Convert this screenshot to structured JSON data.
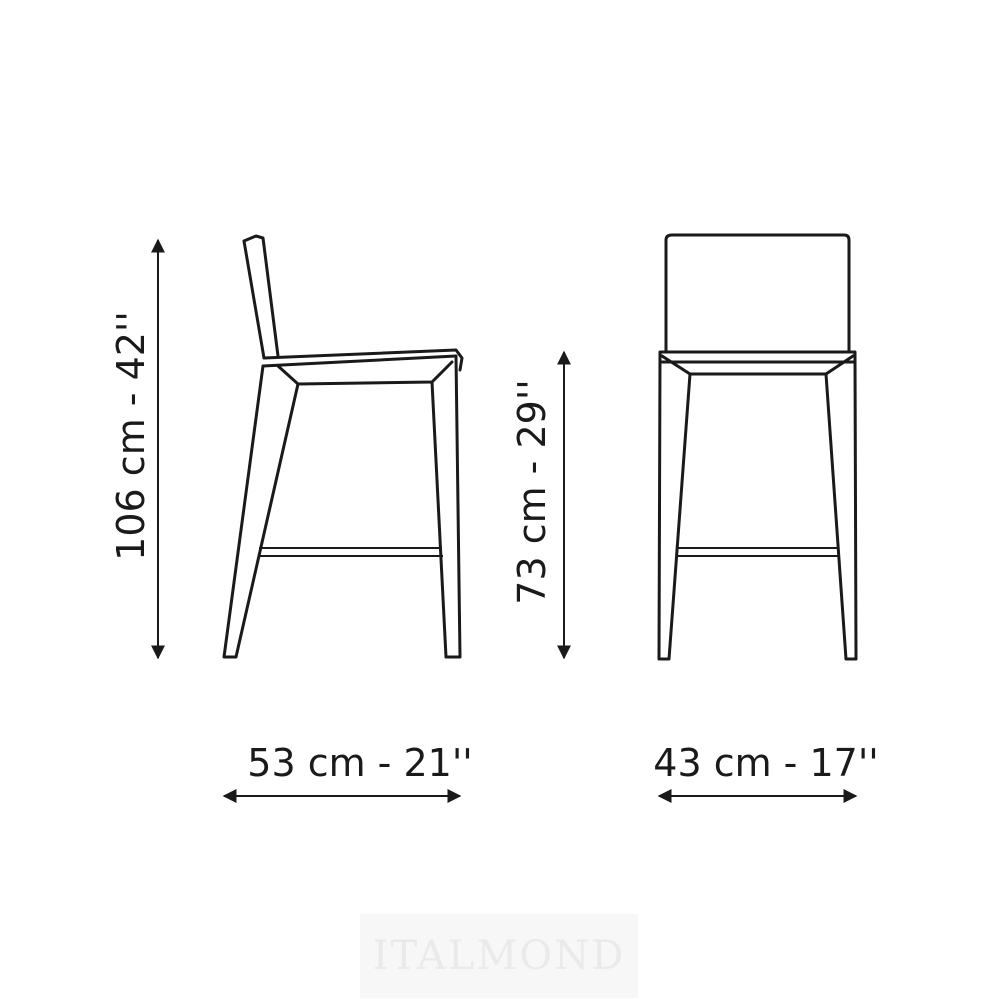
{
  "dimensions": {
    "side_height": "106 cm - 42''",
    "seat_height": "73 cm - 29''",
    "side_depth": "53 cm - 21''",
    "front_width": "43 cm - 17''"
  },
  "watermark": "ITALMOND",
  "colors": {
    "ink": "#1a1a1a",
    "background": "#ffffff",
    "watermark_text": "#eaeaea"
  }
}
